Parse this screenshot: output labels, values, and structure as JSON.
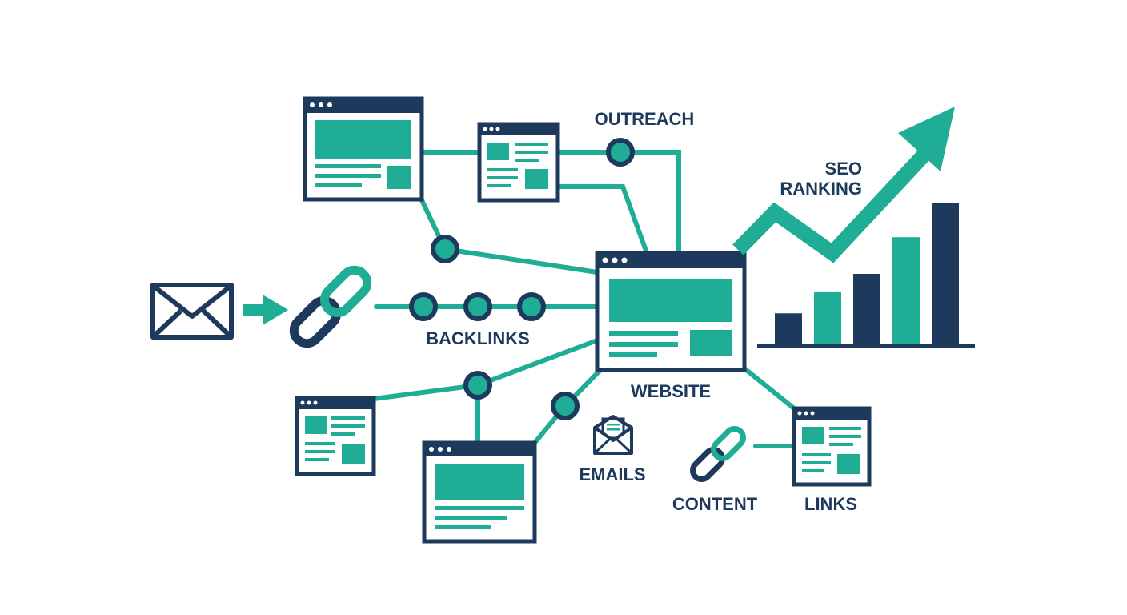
{
  "colors": {
    "navy": "#1d3a5c",
    "teal": "#1fae95",
    "background": "#ffffff"
  },
  "labels": {
    "outreach": "OUTREACH",
    "seo_line1": "SEO",
    "seo_line2": "RANKING",
    "backlinks": "BACKLINKS",
    "website": "WEBSITE",
    "emails": "EMAILS",
    "content": "CONTENT",
    "links": "LINKS"
  },
  "icons": {
    "envelope": "envelope-icon",
    "chain_link": "chain-link-icon",
    "email_letter": "email-letter-icon",
    "arrow": "right-arrow-icon",
    "trend": "trend-up-arrow-icon"
  },
  "ranking_chart": {
    "type": "bar",
    "bars_color_order": [
      "navy",
      "teal",
      "navy",
      "teal",
      "navy"
    ],
    "relative_heights": [
      0.22,
      0.37,
      0.5,
      0.76,
      1.0
    ]
  }
}
